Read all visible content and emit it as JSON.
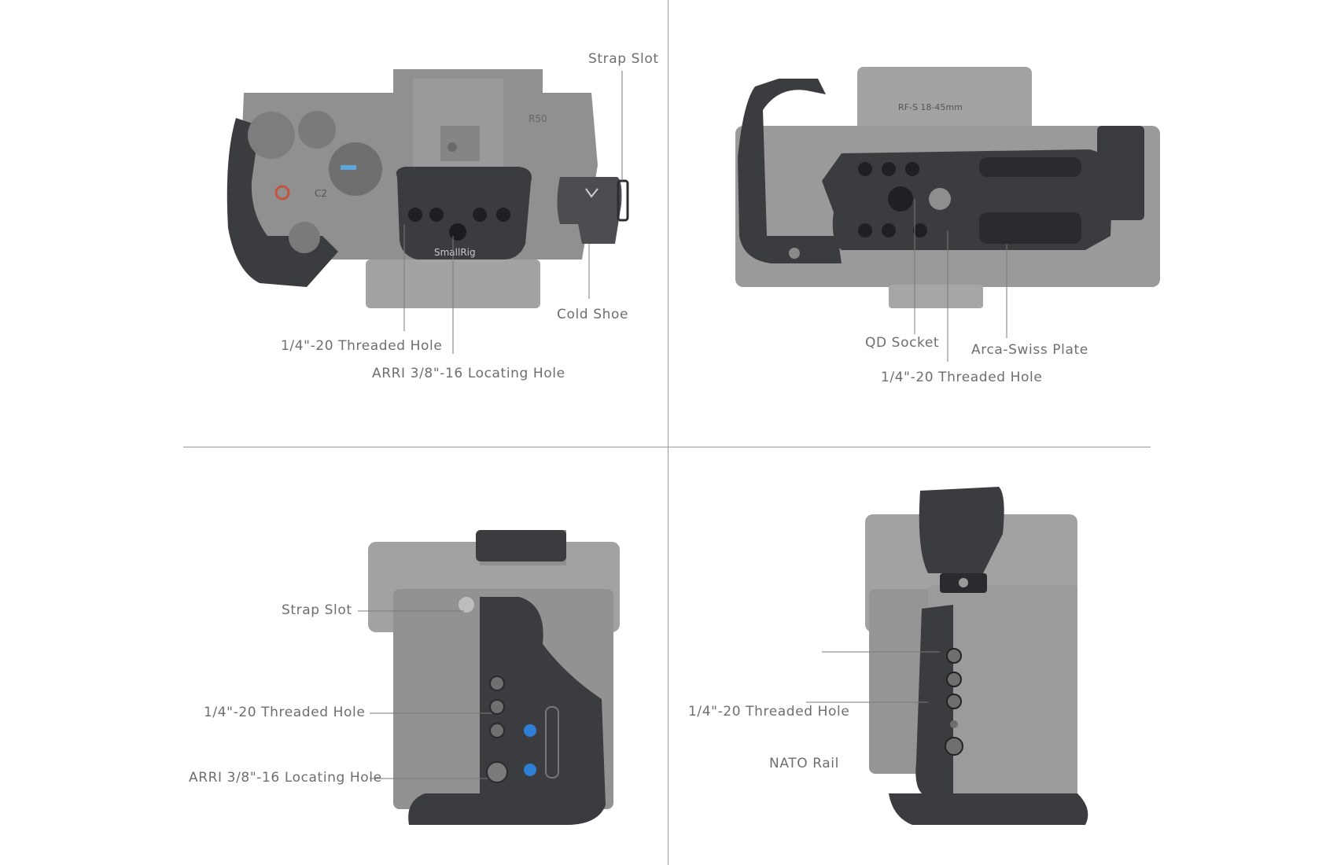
{
  "panels": {
    "top_left": {
      "view": "top",
      "labels": {
        "strap_slot": "Strap Slot",
        "cold_shoe": "Cold Shoe",
        "threaded_hole": "1/4\"-20 Threaded Hole",
        "arri_hole": "ARRI 3/8\"-16 Locating Hole"
      },
      "engravings": {
        "brand": "SmallRig",
        "model_mark": "R50",
        "dial_button": "C2"
      }
    },
    "top_right": {
      "view": "bottom",
      "labels": {
        "qd_socket": "QD Socket",
        "arca_plate": "Arca-Swiss Plate",
        "threaded_hole": "1/4\"-20 Threaded Hole"
      },
      "engravings": {
        "lens_text": "RF-S 18-45mm"
      }
    },
    "bottom_left": {
      "view": "left-side",
      "labels": {
        "strap_slot": "Strap Slot",
        "threaded_hole": "1/4\"-20 Threaded Hole",
        "arri_hole": "ARRI 3/8\"-16 Locating Hole"
      }
    },
    "bottom_right": {
      "view": "right-side",
      "labels": {
        "threaded_hole": "1/4\"-20 Threaded Hole",
        "nato_rail": "NATO Rail"
      }
    }
  },
  "colors": {
    "background": "#ffffff",
    "divider": "#9a9a9a",
    "label_text": "#6e6e6e",
    "camera_body": "#8f8f8f",
    "camera_light": "#a9a9a9",
    "cage_metal": "#3b3c3f",
    "cage_dark": "#232427",
    "accent_blue": "#2f7fd6"
  }
}
